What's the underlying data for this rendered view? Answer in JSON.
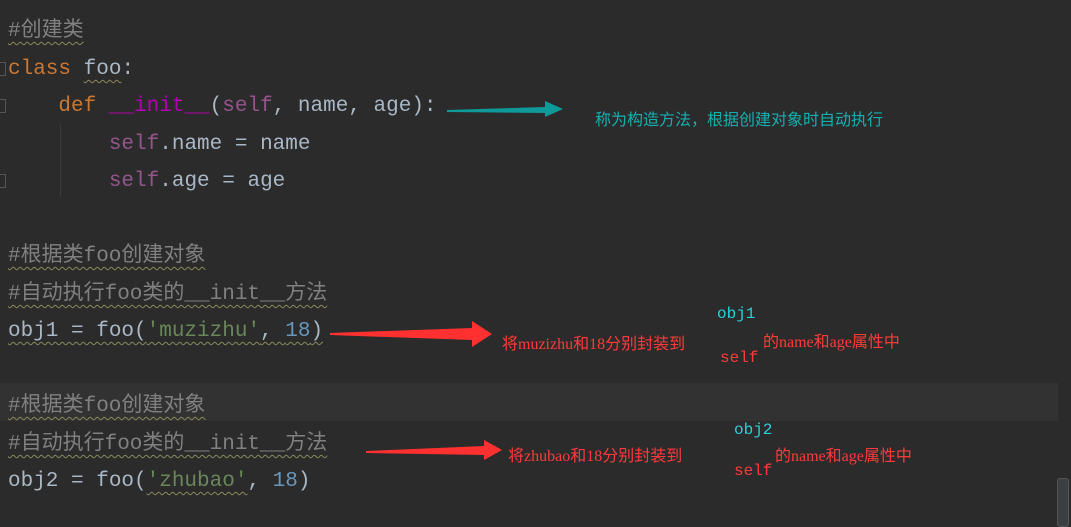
{
  "editor": {
    "lines": {
      "l1": "#创建类",
      "l2_kw": "class",
      "l2_name": "foo",
      "l2_colon": ":",
      "l3_kw": "def",
      "l3_magic": "__init__",
      "l3_open": "(",
      "l3_self": "self",
      "l3_rest": ", name, age):",
      "l4_self": "self",
      "l4_rest": ".name = name",
      "l5_self": "self",
      "l5_rest": ".age = age",
      "l7": "#根据类foo创建对象",
      "l8": "#自动执行foo类的__init__方法",
      "l9_a": "obj1 = foo(",
      "l9_str": "'muzizhu'",
      "l9_b": ", ",
      "l9_num": "18",
      "l9_c": ")",
      "l11": "#根据类foo创建对象",
      "l12": "#自动执行foo类的__init__方法",
      "l13_a": "obj2 = foo(",
      "l13_str": "'zhubao'",
      "l13_b": ", ",
      "l13_num": "18",
      "l13_c": ")"
    }
  },
  "annotations": {
    "init_note": "称为构造方法，根据创建对象时自动执行",
    "obj1_note_pre": "将muzizhu和18分别封装到",
    "obj1_label": "obj1",
    "obj1_self": "self",
    "obj1_note_post": "的name和age属性中",
    "obj2_note_pre": "将zhubao和18分别封装到",
    "obj2_label": "obj2",
    "obj2_self": "self",
    "obj2_note_post": "的name和age属性中"
  },
  "colors": {
    "teal_arrow": "#0f9a9a",
    "red_arrow": "#ff3030"
  }
}
